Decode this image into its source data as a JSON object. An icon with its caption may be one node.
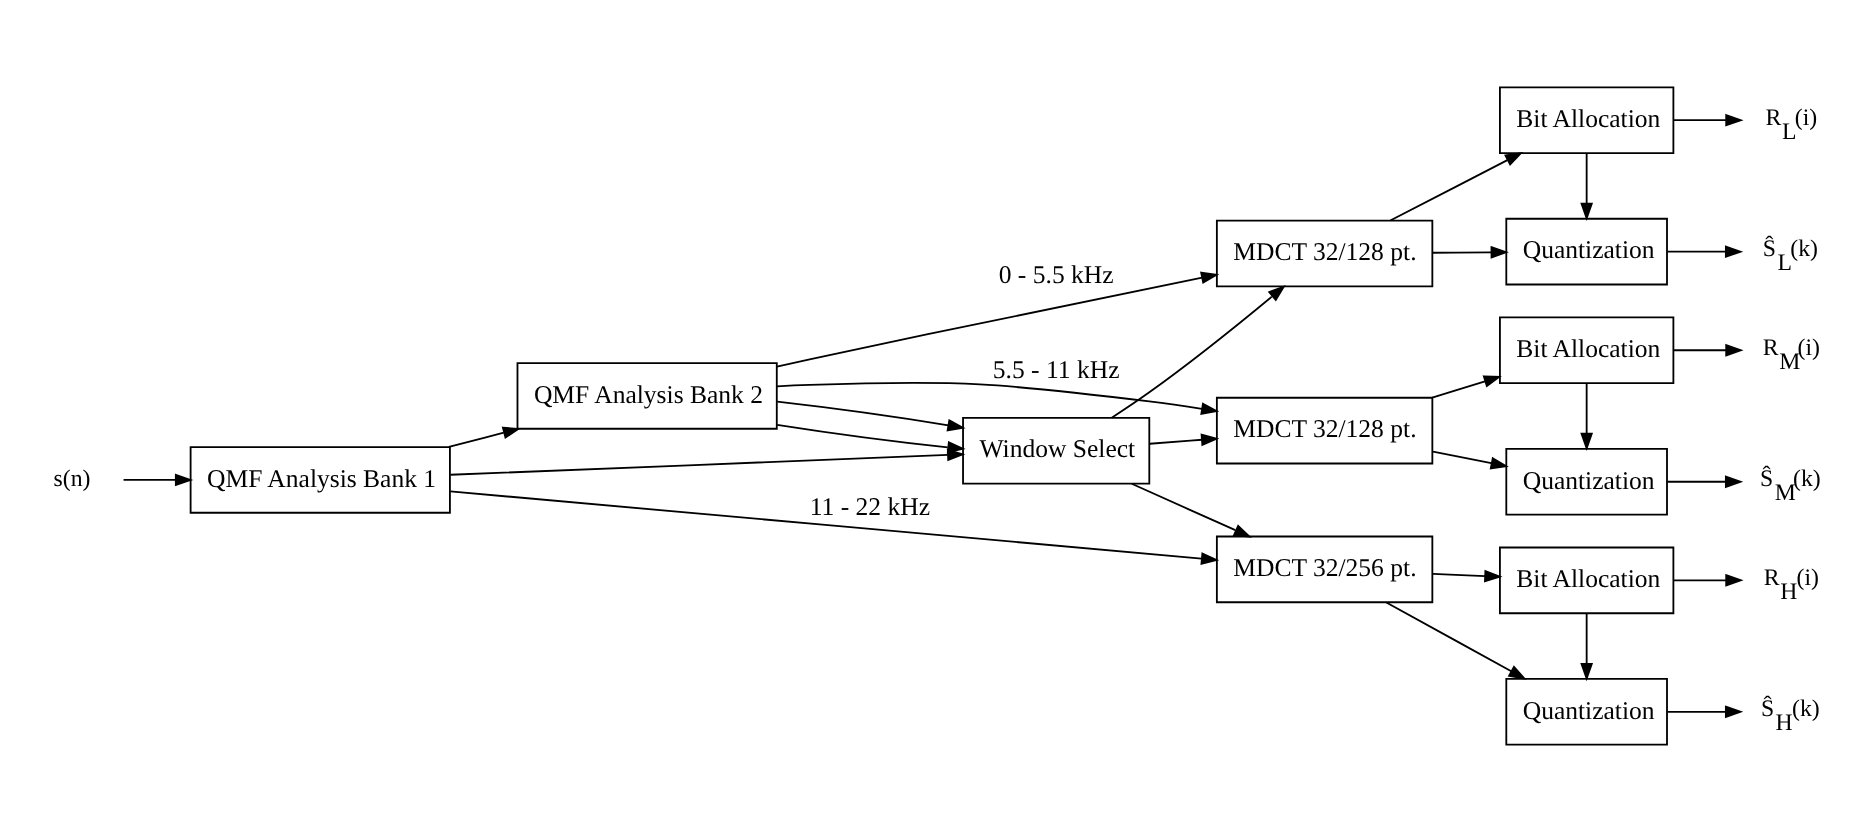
{
  "diagram": {
    "nodes": [
      {
        "text": [
          "s(n)"
        ]
      },
      {
        "text": [
          "QMF Analysis Bank 1"
        ]
      },
      {
        "text": [
          "QMF Analysis Bank 2"
        ]
      },
      {
        "text": [
          "MDCT 32/128 pt."
        ]
      },
      {
        "text": [
          "MDCT 32/128 pt."
        ]
      },
      {
        "text": [
          "MDCT 32/256 pt."
        ]
      },
      {
        "text": [
          "Window Select"
        ]
      },
      {
        "text": [
          "Bit Allocation"
        ]
      },
      {
        "text": [
          "Quantization"
        ]
      },
      {
        "text": [
          "Bit Allocation"
        ]
      },
      {
        "text": [
          "Quantization"
        ]
      },
      {
        "text": [
          "Bit Allocation"
        ]
      },
      {
        "text": [
          "Quantization"
        ]
      },
      {
        "text": [
          "R$_{L}$(i)"
        ]
      },
      {
        "text": [
          "Ŝ$_{L}$(k)"
        ]
      },
      {
        "text": [
          "R$_{M}$(i)"
        ]
      },
      {
        "text": [
          "Ŝ$_{M}$(k)"
        ]
      },
      {
        "text": [
          "R$_{H}$(i)"
        ]
      },
      {
        "text": [
          "Ŝ$_{H}$(k)"
        ]
      }
    ],
    "edges": [
      {
        "from": 0,
        "to": 1,
        "arrow": "to"
      },
      {
        "from": 1,
        "to": 2,
        "arrow": "to"
      },
      {
        "from": 2,
        "to": 3,
        "arrow": "to",
        "label": "0 - 5.5 kHz"
      },
      {
        "from": 2,
        "to": 4,
        "arrow": "to",
        "label": "5.5 - 11 kHz"
      },
      {
        "from": 1,
        "to": 5,
        "arrow": "to",
        "label": "11 - 22 kHz"
      },
      {
        "from": 2,
        "to": 6,
        "arrow": "to"
      },
      {
        "from": 2,
        "to": 6,
        "arrow": "to"
      },
      {
        "from": 1,
        "to": 6,
        "arrow": "to"
      },
      {
        "from": 6,
        "to": 3,
        "arrow": "to"
      },
      {
        "from": 6,
        "to": 4,
        "arrow": "to"
      },
      {
        "from": 6,
        "to": 5,
        "arrow": "to"
      },
      {
        "from": 3,
        "to": 7,
        "arrow": "to"
      },
      {
        "from": 3,
        "to": 8,
        "arrow": "to"
      },
      {
        "from": 7,
        "to": 8,
        "arrow": "to"
      },
      {
        "from": 4,
        "to": 9,
        "arrow": "to"
      },
      {
        "from": 4,
        "to": 10,
        "arrow": "to"
      },
      {
        "from": 9,
        "to": 10,
        "arrow": "to"
      },
      {
        "from": 5,
        "to": 11,
        "arrow": "to"
      },
      {
        "from": 5,
        "to": 12,
        "arrow": "to"
      },
      {
        "from": 11,
        "to": 12,
        "arrow": "to"
      },
      {
        "from": 7,
        "to": 13,
        "arrow": "to"
      },
      {
        "from": 8,
        "to": 14,
        "arrow": "to"
      },
      {
        "from": 9,
        "to": 15,
        "arrow": "to"
      },
      {
        "from": 10,
        "to": 16,
        "arrow": "to"
      },
      {
        "from": 11,
        "to": 17,
        "arrow": "to"
      },
      {
        "from": 12,
        "to": 18,
        "arrow": "to"
      }
    ]
  }
}
